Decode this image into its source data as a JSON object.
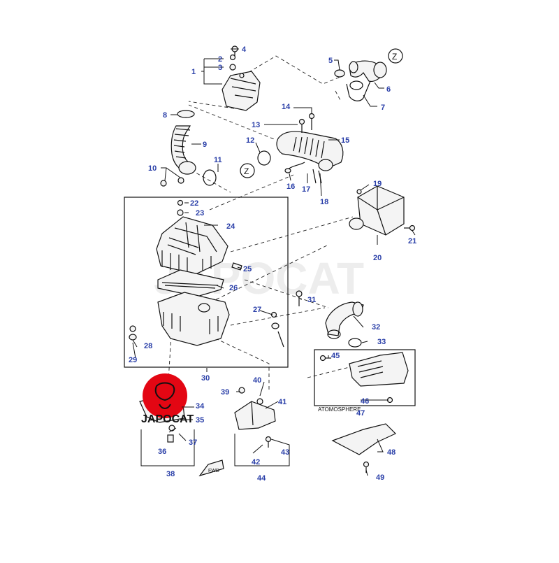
{
  "callouts": [
    "1",
    "2",
    "3",
    "4",
    "5",
    "6",
    "7",
    "8",
    "9",
    "10",
    "11",
    "12",
    "13",
    "14",
    "15",
    "16",
    "17",
    "18",
    "19",
    "20",
    "21",
    "22",
    "23",
    "24",
    "25",
    "26",
    "27",
    "28",
    "29",
    "30",
    "31",
    "32",
    "33",
    "34",
    "35",
    "36",
    "37",
    "38",
    "39",
    "40",
    "41",
    "42",
    "43",
    "44",
    "45",
    "46",
    "47",
    "48",
    "49"
  ],
  "marks": {
    "z_marker": "Z",
    "fwd_arrow": "FWD"
  },
  "notes": {
    "atmosphere": "ATOMOSPHERE"
  },
  "watermark": {
    "text": "JAPOCAT",
    "logo_text": "JAPOCAT",
    "logo_color": "#e30613"
  },
  "colors": {
    "callout": "#2a3fa8",
    "line": "#111111"
  }
}
